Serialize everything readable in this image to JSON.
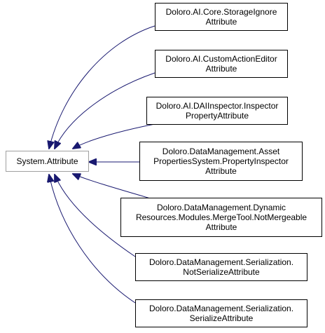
{
  "diagram": {
    "base": {
      "lines": [
        "System.Attribute"
      ]
    },
    "derived": [
      {
        "lines": [
          "Doloro.AI.Core.StorageIgnore",
          "Attribute"
        ]
      },
      {
        "lines": [
          "Doloro.AI.CustomActionEditor",
          "Attribute"
        ]
      },
      {
        "lines": [
          "Doloro.AI.DAIInspector.Inspector",
          "PropertyAttribute"
        ]
      },
      {
        "lines": [
          "Doloro.DataManagement.Asset",
          "PropertiesSystem.PropertyInspector",
          "Attribute"
        ]
      },
      {
        "lines": [
          "Doloro.DataManagement.Dynamic",
          "Resources.Modules.MergeTool.NotMergeable",
          "Attribute"
        ]
      },
      {
        "lines": [
          "Doloro.DataManagement.Serialization.",
          "NotSerializeAttribute"
        ]
      },
      {
        "lines": [
          "Doloro.DataManagement.Serialization.",
          "SerializeAttribute"
        ]
      }
    ],
    "colors": {
      "edge": "#191970",
      "node_border": "#000000",
      "base_border": "#a0a0a0"
    }
  }
}
